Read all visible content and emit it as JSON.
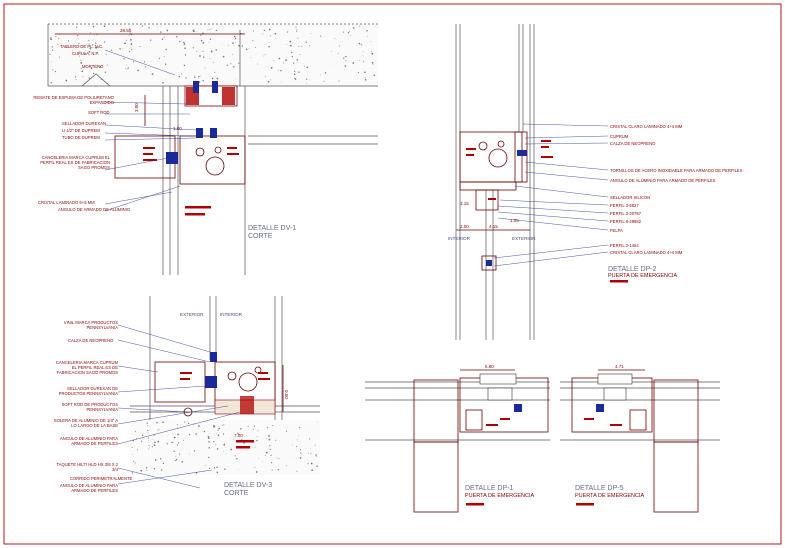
{
  "details": {
    "dv1": {
      "title": "DETALLE DV-1",
      "sub": "CORTE"
    },
    "dp2": {
      "title": "DETALLE DP-2",
      "sub": "PUERTA DE EMERGENCIA"
    },
    "dv3": {
      "title": "DETALLE DV-3",
      "sub": "CORTE"
    },
    "dp1": {
      "title": "DETALLE DP-1",
      "sub": "PUERTA DE EMERGENCIA"
    },
    "dp5": {
      "title": "DETALLE DP-5",
      "sub": "PUERTA DE EMERGENCIA"
    }
  },
  "sides": {
    "exterior": "EXTERIOR",
    "interior": "INTERIOR"
  },
  "dv1_labels": [
    "TABLERO DE PL. N.C.",
    "CUPULA, N.P.",
    "MORTERO",
    "REMATE DE ESPUMA DE POLIURETANO EXPANDIDO",
    "SOFT ROD",
    "SELLADOR DUREXAN",
    "U 1/2\" DE DUPREM",
    "TUBO DE DUPREM",
    "CANCELERIA MARCA CUPRUM EL PERFIL REAL ES DE FABRICACION SAGO PROMOS",
    "CRISTAL LAMINADO 5+5 MM",
    "ANGULO DE ARMADO DE ALUMINIO"
  ],
  "dp2_labels": [
    "CRISTAL CLARO LAMINADO 4+4 MM",
    "CUPRUM",
    "CALZA DE NEOPRENO",
    "TORNILLOS DE ACERO INOXIDABLE PARA ARMADO DE PERFILES",
    "ANGULO DE ALUMINIO PARA ARMADO DE PERFILES",
    "SELLADOR SILICON",
    "PERFIL 3-5827",
    "PERFIL 3-20787",
    "PERFIL 8-29882",
    "FELPA",
    "PERFIL 3-1454",
    "CRISTAL CLARO LAMINADO 4+4 MM"
  ],
  "dv3_labels": [
    "VINIL MARCA PRODUCTOS PENNSYLVANIA",
    "CALZA DE NEOPRENO",
    "CANCELERIA MARCA CUPRUM EL PERFIL REAL ES DE FABRICACION SAGO PROMOS",
    "SELLADOR DUREXAN DE PRODUCTOS PENNSYLVANIA",
    "SOFT ROD DE PRODUCTOS PENNSYLVANIA",
    "SOLERA DE ALUMINIO DE 1/4\" A LO LARGO DE LA BASE",
    "ANGULO DE ALUMINIO PARA ARMADO DE PERFILES",
    "TAQUETE HILTI HLD HX 3/8 X 2 3/4",
    "CORRIDO PERIMETRALMENTE",
    "ANGULO DE ALUMINIO PARA ARMADO DE PERFILES"
  ],
  "dims": {
    "dv1_top": "28.50",
    "dv1_left": "3.00",
    "dv1_mid": "1.00",
    "dp2_a": "3.15",
    "dp2_b": "2.00",
    "dp2_c": "4.15",
    "dp2_d": "1.05",
    "dv3_a": "0.50",
    "dv3_b": "7.00",
    "dp1_top": "5.80",
    "dp5_top": "4.71"
  }
}
